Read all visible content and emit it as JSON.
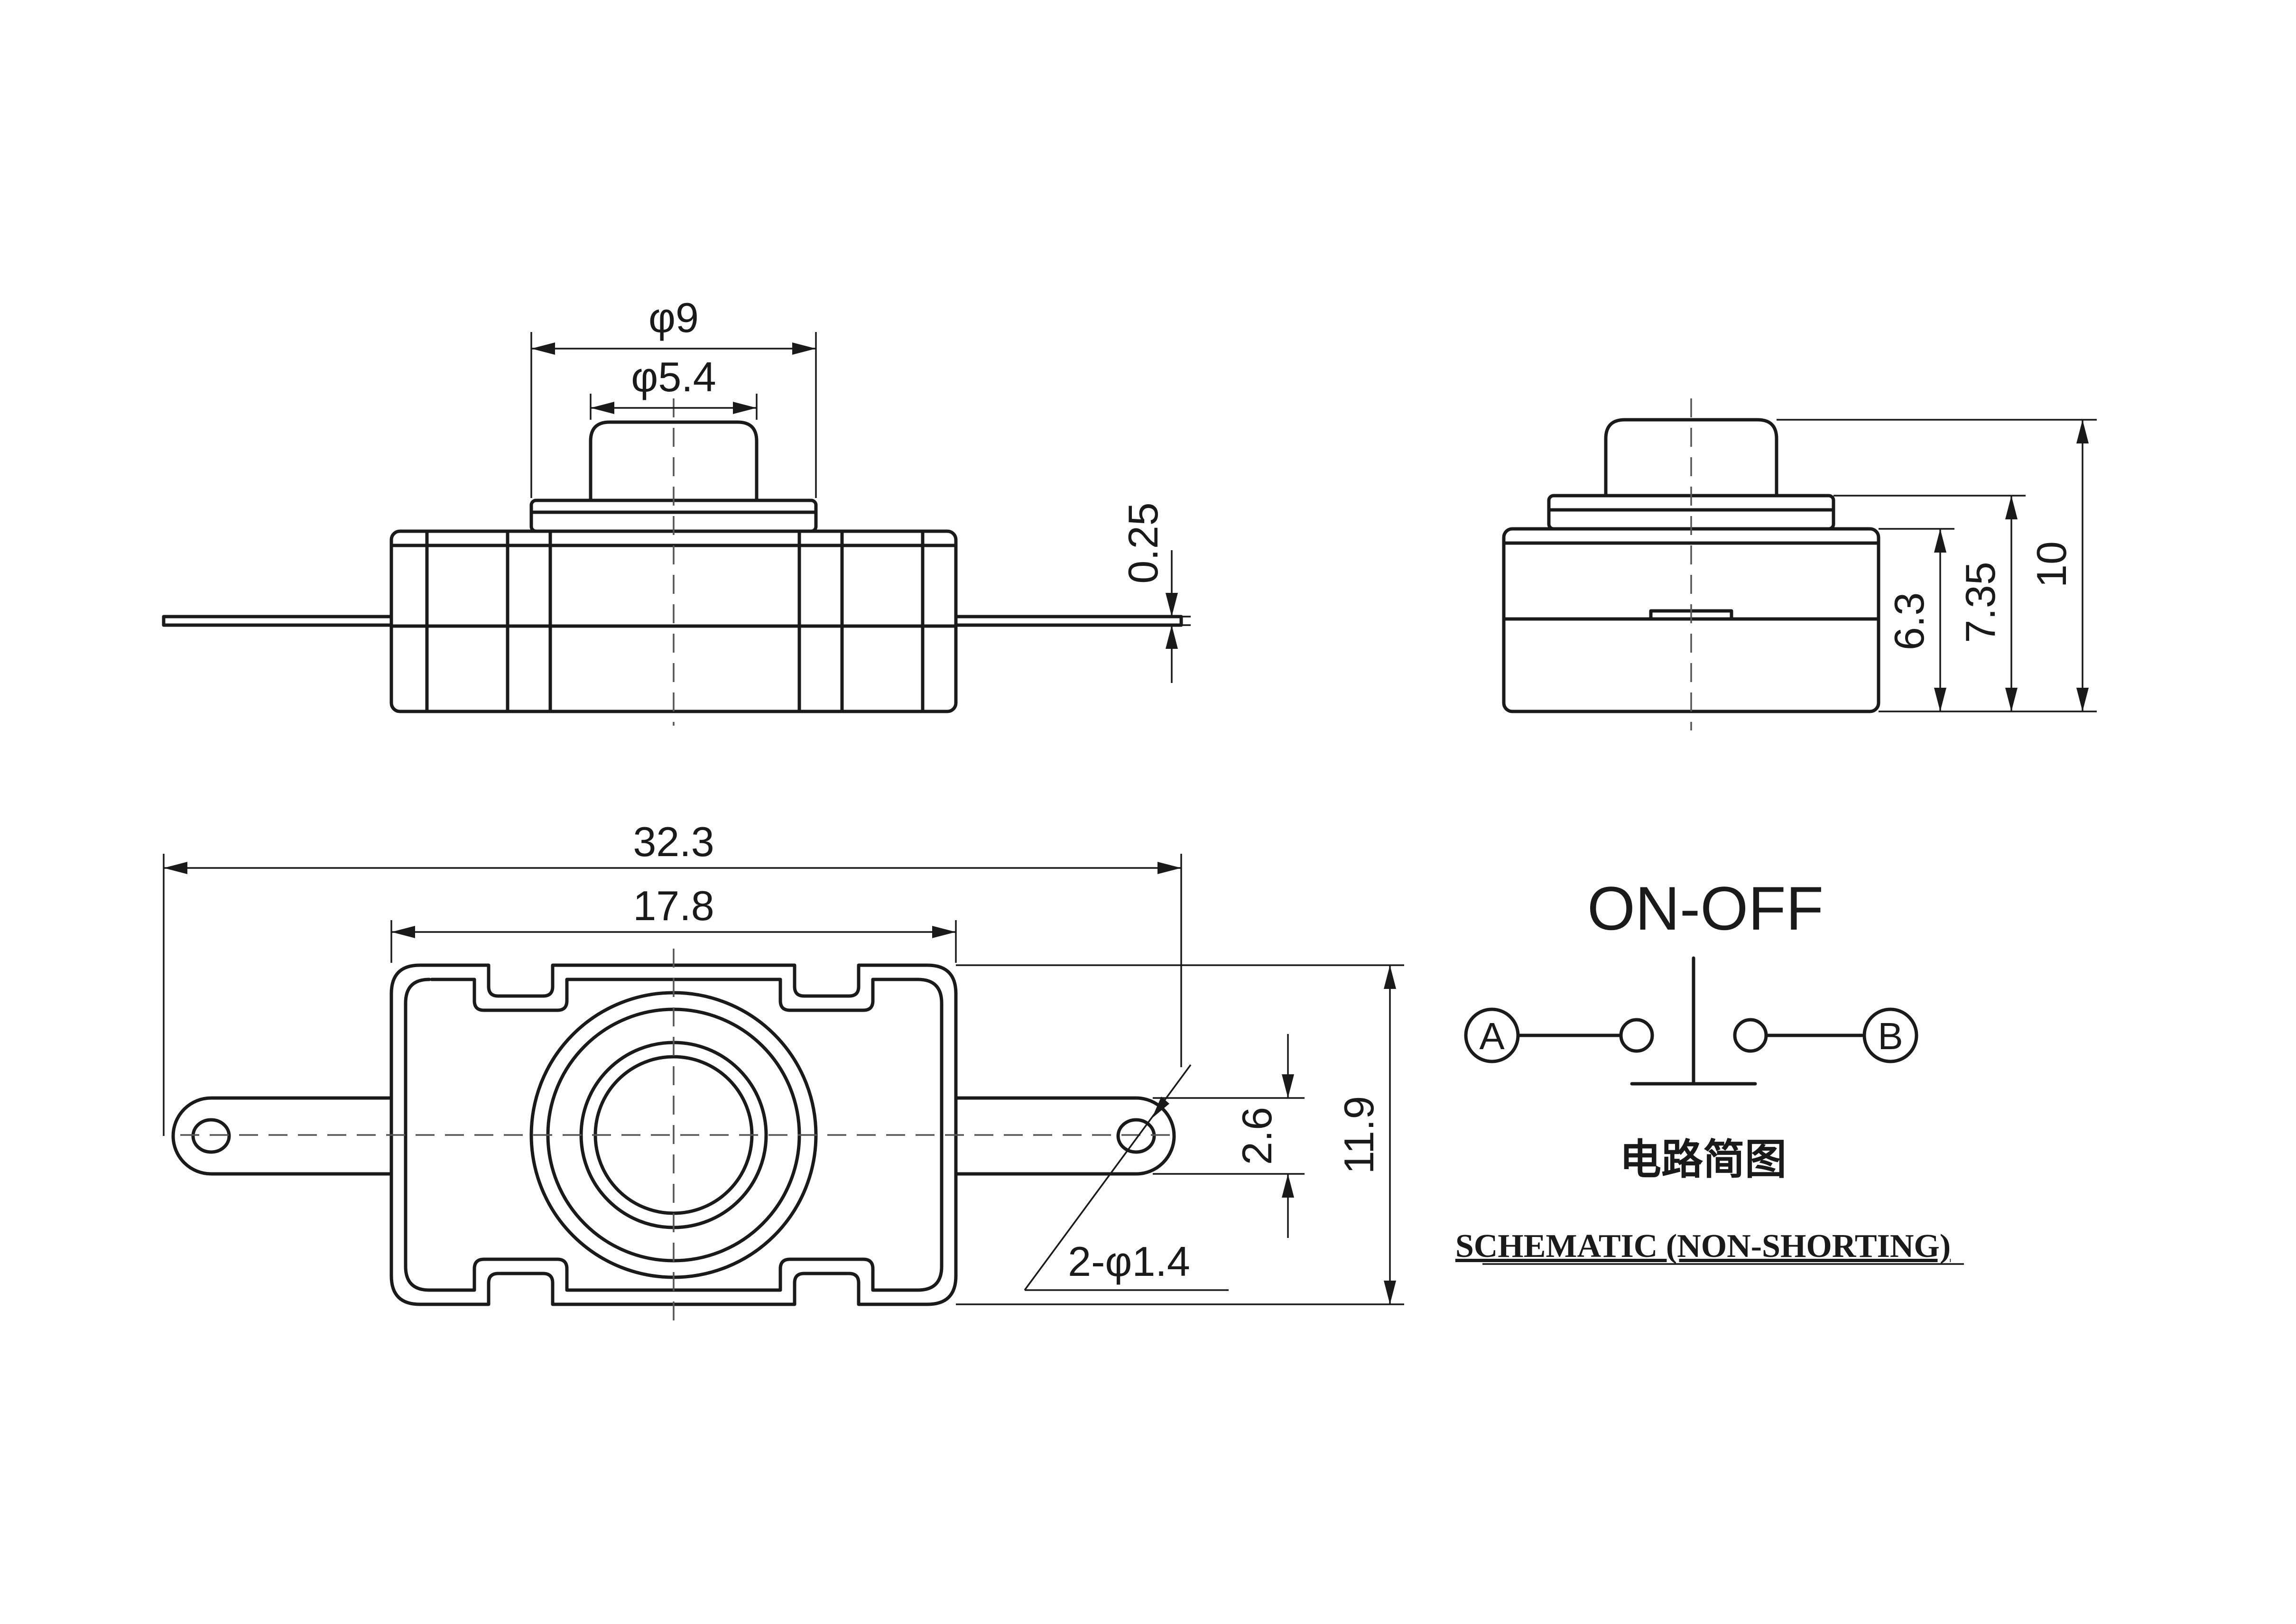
{
  "front_view": {
    "dims": {
      "outer_dia": "φ9",
      "inner_dia": "φ5.4",
      "terminal_thick": "0.25"
    }
  },
  "side_view": {
    "dims": {
      "body_height": "6.3",
      "collar_height": "7.35",
      "total_height": "10"
    }
  },
  "top_view": {
    "dims": {
      "overall_length": "32.3",
      "body_length": "17.8",
      "terminal_width": "2.6",
      "body_width": "11.9",
      "hole_callout": "2-φ1.4"
    }
  },
  "schematic": {
    "title": "ON-OFF",
    "terminal_a": "A",
    "terminal_b": "B",
    "caption_cn": "电路简图",
    "caption_en": "SCHEMATIC (NON-SHORTING)"
  }
}
